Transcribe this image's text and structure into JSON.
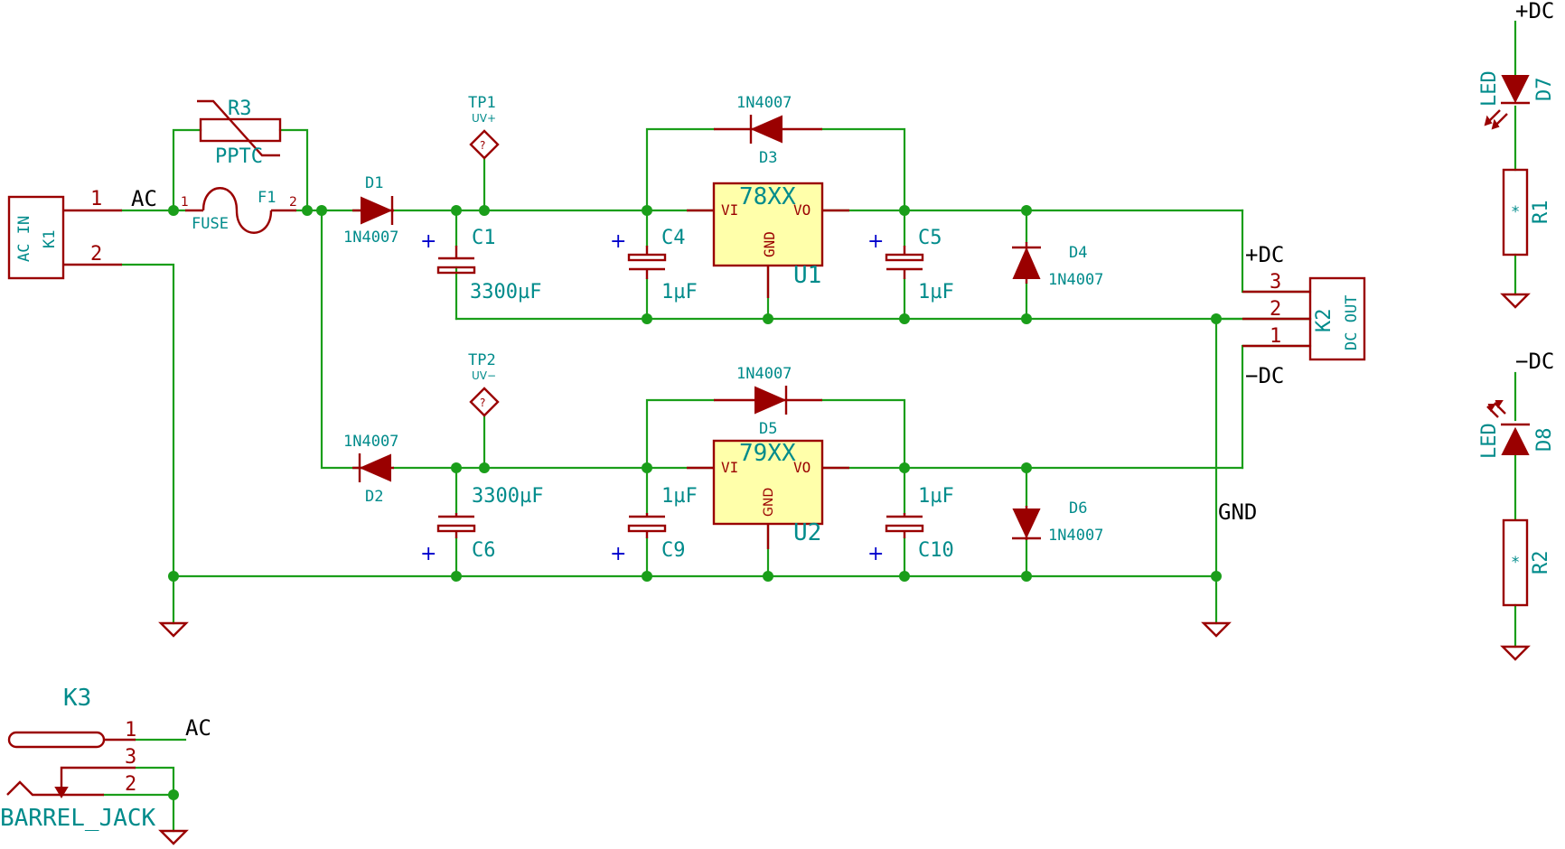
{
  "nets": {
    "ac1": "AC",
    "ac2": "AC",
    "gnd": "GND",
    "pos_dc": "+DC",
    "neg_dc": "−DC",
    "pos_dc_top": "+DC",
    "neg_dc_top": "−DC"
  },
  "connectors": {
    "k1": {
      "ref": "K1",
      "value": "AC IN",
      "pin1": "1",
      "pin2": "2"
    },
    "k2": {
      "ref": "K2",
      "value": "DC OUT",
      "pin1": "1",
      "pin2": "2",
      "pin3": "3"
    },
    "k3": {
      "ref": "K3",
      "value": "BARREL_JACK",
      "pin1": "1",
      "pin2": "2",
      "pin3": "3"
    }
  },
  "protection": {
    "f1": {
      "ref": "F1",
      "value": "FUSE",
      "pin1": "1",
      "pin2": "2"
    },
    "r3": {
      "ref": "R3",
      "value": "PPTC"
    }
  },
  "diodes": {
    "d1": {
      "ref": "D1",
      "value": "1N4007"
    },
    "d2": {
      "ref": "D2",
      "value": "1N4007"
    },
    "d3": {
      "ref": "D3",
      "value": "1N4007"
    },
    "d4": {
      "ref": "D4",
      "value": "1N4007"
    },
    "d5": {
      "ref": "D5",
      "value": "1N4007"
    },
    "d6": {
      "ref": "D6",
      "value": "1N4007"
    }
  },
  "capacitors": {
    "c1": {
      "ref": "C1",
      "value": "3300µF"
    },
    "c4": {
      "ref": "C4",
      "value": "1µF"
    },
    "c5": {
      "ref": "C5",
      "value": "1µF"
    },
    "c6": {
      "ref": "C6",
      "value": "3300µF"
    },
    "c9": {
      "ref": "C9",
      "value": "1µF"
    },
    "c10": {
      "ref": "C10",
      "value": "1µF"
    },
    "polarity_mark": "+"
  },
  "regulators": {
    "u1": {
      "ref": "U1",
      "value": "78XX",
      "vi": "VI",
      "vo": "VO",
      "gnd": "GND"
    },
    "u2": {
      "ref": "U2",
      "value": "79XX",
      "vi": "VI",
      "vo": "VO",
      "gnd": "GND"
    }
  },
  "testpoints": {
    "tp1": {
      "ref": "TP1",
      "value": "UV+",
      "mark": "?"
    },
    "tp2": {
      "ref": "TP2",
      "value": "UV−",
      "mark": "?"
    }
  },
  "indicators": {
    "d7": {
      "ref": "D7",
      "value": "LED"
    },
    "d8": {
      "ref": "D8",
      "value": "LED"
    },
    "r1": {
      "ref": "R1",
      "value": "*"
    },
    "r2": {
      "ref": "R2",
      "value": "*"
    }
  },
  "colors": {
    "wire": "#1a9e1a",
    "component": "#9a0000",
    "label": "#008b8b",
    "ic_fill": "#ffffaa",
    "polarity": "#0000cc",
    "net_label": "#000000"
  }
}
